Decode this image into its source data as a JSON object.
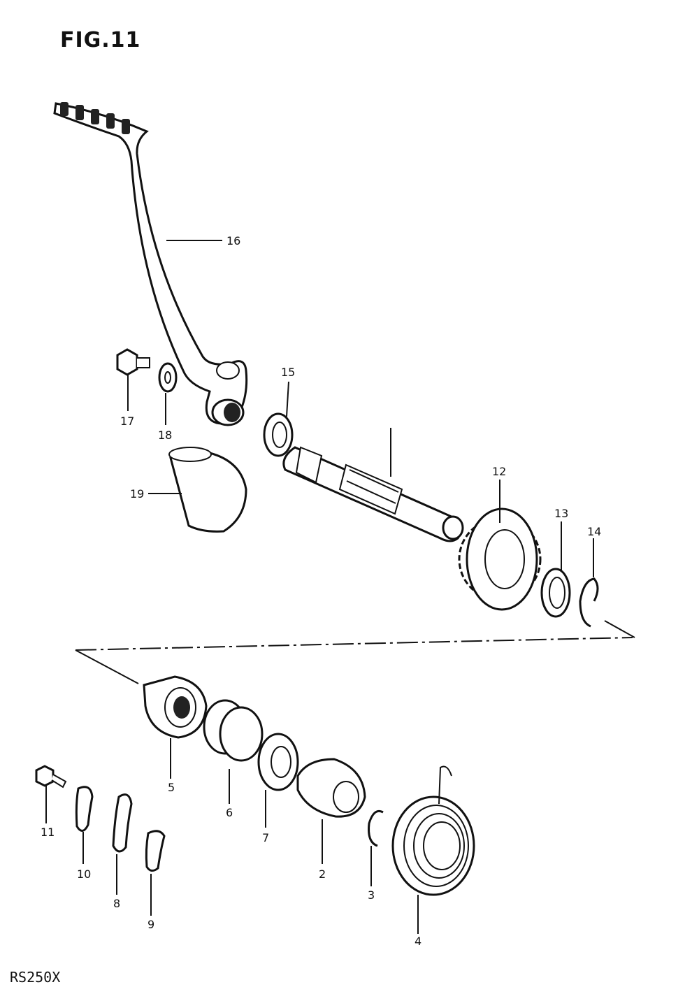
{
  "figure": {
    "title": "FIG.11",
    "model": "RS250X"
  },
  "callouts": {
    "p2": "2",
    "p3": "3",
    "p4": "4",
    "p5": "5",
    "p6": "6",
    "p7": "7",
    "p8": "8",
    "p9": "9",
    "p10": "10",
    "p11": "11",
    "p12": "12",
    "p13": "13",
    "p14": "14",
    "p15": "15",
    "p16": "16",
    "p17": "17",
    "p18": "18",
    "p19": "19"
  }
}
